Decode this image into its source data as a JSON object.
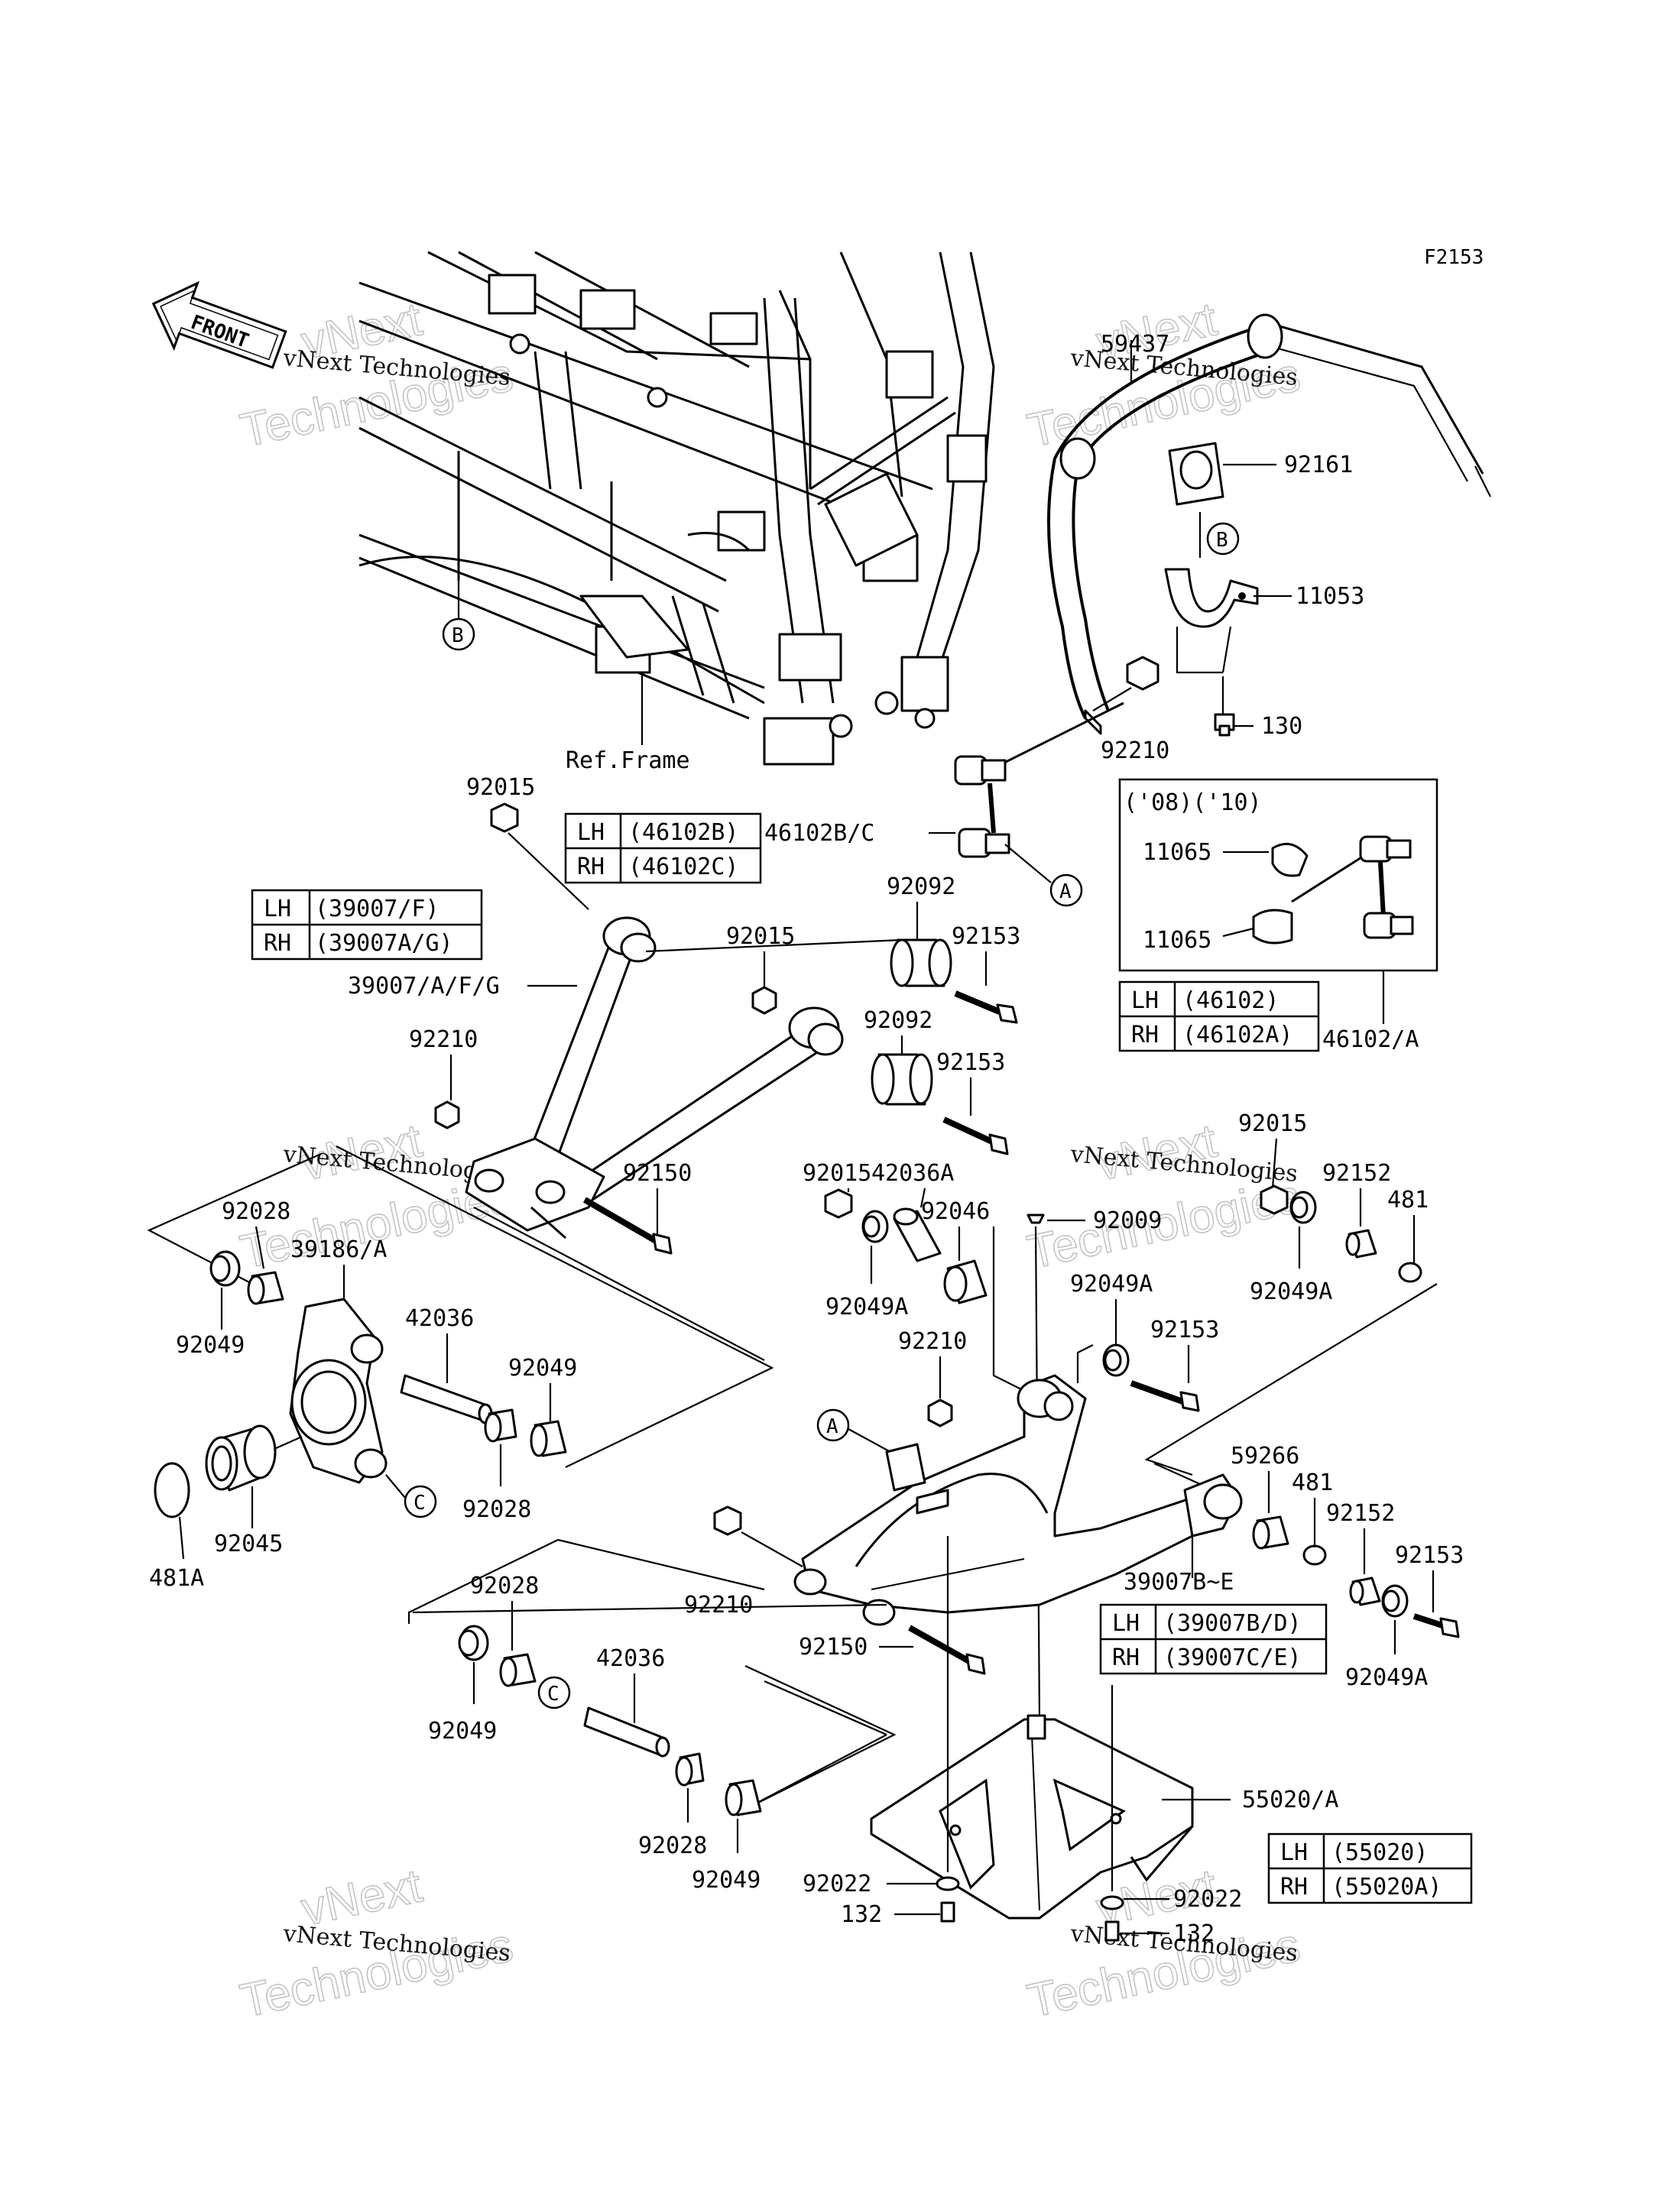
{
  "figure_code": "F2153",
  "front_label": "FRONT",
  "frame_ref": "Ref.Frame",
  "callouts": [
    "A",
    "B",
    "C"
  ],
  "year_note": "('08)('10)",
  "part_numbers": {
    "p59437": "59437",
    "p92161": "92161",
    "p11053": "11053",
    "p130": "130",
    "p92210a": "92210",
    "p46102bc": "46102B/C",
    "p11065a": "11065",
    "p11065b": "11065",
    "p46102a": "46102/A",
    "p92015a": "92015",
    "p92092a": "92092",
    "p92153a": "92153",
    "p92015b": "92015",
    "p39007": "39007/A/F/G",
    "p92092b": "92092",
    "p92153b": "92153",
    "p92210b": "92210",
    "p92150a": "92150",
    "p92015c": "92015",
    "p42036a": "42036A",
    "p92046": "92046",
    "p92009": "92009",
    "p92015d": "92015",
    "p92152a": "92152",
    "p481a": "481",
    "p92049aa": "92049A",
    "p92049ab": "92049A",
    "p92028a": "92028",
    "p39186": "39186/A",
    "p92049a": "92049",
    "p42036b": "42036",
    "p92049b": "92049",
    "p92028b": "92028",
    "p92045": "92045",
    "p481A": "481A",
    "p92049ac": "92049A",
    "p92153c": "92153",
    "p92210c": "92210",
    "p59266": "59266",
    "p481b": "481",
    "p92152b": "92152",
    "p92153d": "92153",
    "p92210d": "92210",
    "p39007be": "39007B~E",
    "p92049ad": "92049A",
    "p92150b": "92150",
    "p92028c": "92028",
    "p42036c": "42036",
    "p92049c": "92049",
    "p92028d": "92028",
    "p92049d": "92049",
    "p55020": "55020/A",
    "p92022a": "92022",
    "p132a": "132",
    "p92022b": "92022",
    "p132b": "132"
  },
  "lh_rh_tables": [
    {
      "lh_label": "LH",
      "lh_value": "(46102B)",
      "rh_label": "RH",
      "rh_value": "(46102C)"
    },
    {
      "lh_label": "LH",
      "lh_value": "(39007/F)",
      "rh_label": "RH",
      "rh_value": "(39007A/G)"
    },
    {
      "lh_label": "LH",
      "lh_value": "(46102)",
      "rh_label": "RH",
      "rh_value": "(46102A)"
    },
    {
      "lh_label": "LH",
      "lh_value": "(39007B/D)",
      "rh_label": "RH",
      "rh_value": "(39007C/E)"
    },
    {
      "lh_label": "LH",
      "lh_value": "(55020)",
      "rh_label": "RH",
      "rh_value": "(55020A)"
    }
  ],
  "watermark": {
    "line1": "vNext Technologies",
    "line2": "vNext",
    "line3": "Technologies"
  }
}
